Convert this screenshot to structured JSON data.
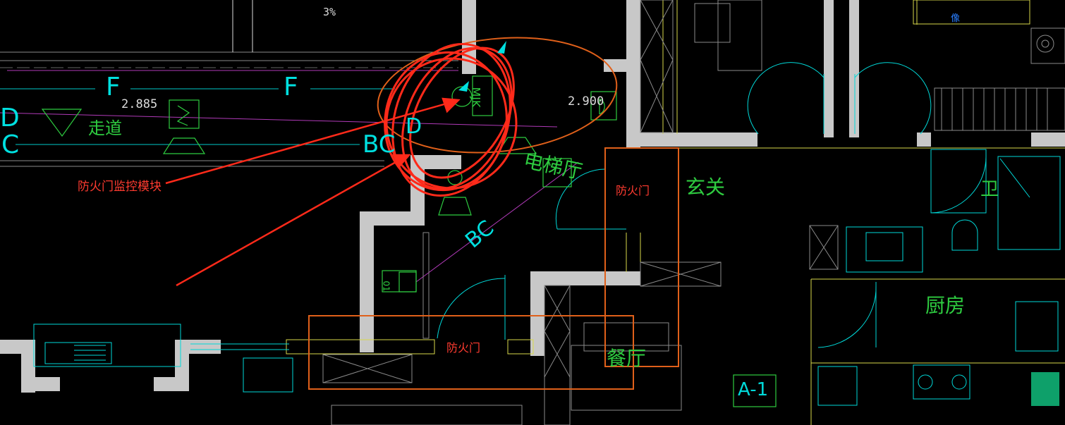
{
  "annotations": {
    "module_label": "防火门监控模块",
    "fire_door_right": "防火门",
    "fire_door_bottom": "防火门"
  },
  "rooms": {
    "corridor": "走道",
    "elevator_hall": "电梯厅",
    "foyer": "玄关",
    "bath": "卫",
    "kitchen": "厨房",
    "dining": "餐厅"
  },
  "dimensions": {
    "left_elevation": "2.885",
    "right_elevation": "2.900",
    "slope": "3%"
  },
  "axis_labels": {
    "f_left": "F",
    "f_right": "F",
    "d_left": "D",
    "c_left": "C",
    "bc_mid": "BC",
    "bc_diag": "BC",
    "d_small": "D"
  },
  "device_labels": {
    "mjk": "MJK",
    "unit_tag": "A-1",
    "blue_mark": "像",
    "vertical_small": "01"
  },
  "colors": {
    "wall": "#c8c8c8",
    "cyan": "#00d8d8",
    "green": "#2ecc40",
    "yellow": "#d8d84a",
    "magenta": "#b03ab8",
    "orange": "#e0601a",
    "red": "#ff2a1a",
    "gray": "#8a8a8a"
  }
}
